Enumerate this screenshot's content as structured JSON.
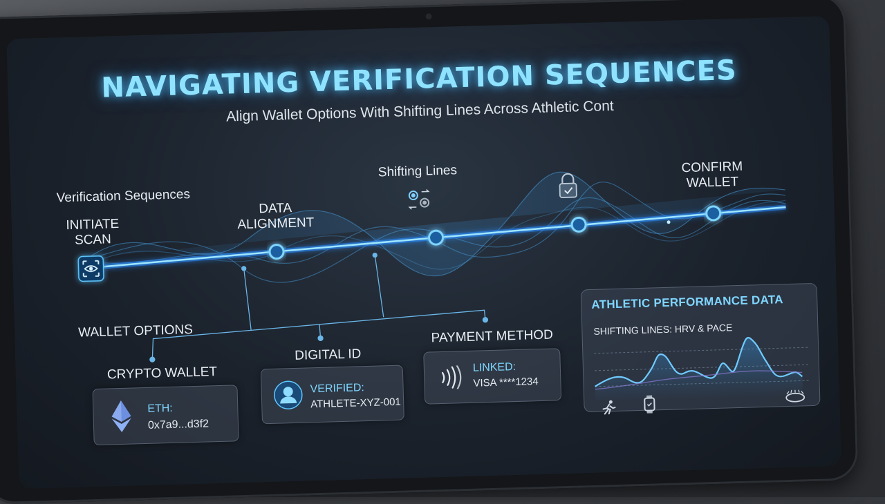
{
  "title": "NAVIGATING VERIFICATION SEQUENCES",
  "subtitle": "Align Wallet Options With Shifting Lines Across Athletic Cont",
  "timeline": {
    "section_label": "Verification Sequences",
    "steps": [
      {
        "label": "INITIATE\nSCAN",
        "icon": "eye-scan-icon"
      },
      {
        "label": "DATA\nALIGNMENT"
      },
      {
        "label": "Shifting Lines",
        "icon": "gears-icon"
      },
      {
        "label": "",
        "icon": "padlock-icon"
      },
      {
        "label": "CONFIRM\nWALLET"
      }
    ]
  },
  "wallet_options": {
    "label": "WALLET OPTIONS",
    "items": [
      {
        "heading": "CRYPTO WALLET",
        "key": "ETH:",
        "value": "0x7a9...d3f2",
        "icon": "ethereum-icon"
      },
      {
        "heading": "DIGITAL ID",
        "key": "VERIFIED:",
        "value": "ATHLETE-XYZ-001",
        "icon": "user-id-icon"
      },
      {
        "heading": "PAYMENT METHOD",
        "key": "LINKED:",
        "value": "VISA ****1234",
        "icon": "contactless-icon"
      }
    ]
  },
  "performance": {
    "title": "ATHLETIC PERFORMANCE DATA",
    "subtitle": "SHIFTING LINES: HRV & PACE",
    "icons": [
      "runner-icon",
      "smartwatch-icon",
      "stadium-icon"
    ]
  },
  "colors": {
    "accent": "#3aa8ff",
    "glow": "#8fe3ff",
    "text": "#e8edf2"
  }
}
